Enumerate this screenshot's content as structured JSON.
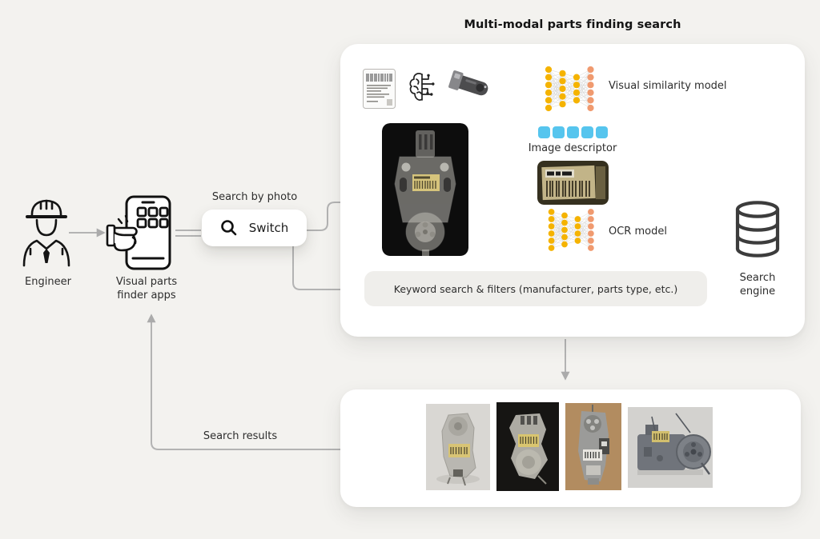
{
  "title": "Multi-modal parts finding search",
  "actors": {
    "engineer": "Engineer",
    "apps_line1": "Visual parts",
    "apps_line2": "finder apps"
  },
  "search_box": {
    "caption": "Search by photo",
    "button": "Switch"
  },
  "panel": {
    "visual_similarity": "Visual similarity model",
    "image_descriptor": "Image descriptor",
    "ocr_model": "OCR model",
    "keyword_bar": "Keyword search & filters (manufacturer, parts type, etc.)",
    "search_engine_line1": "Search",
    "search_engine_line2": "engine"
  },
  "results": {
    "caption": "Search results"
  },
  "colors": {
    "descriptor_blue": "#56C5EE",
    "nn_yellow": "#F5B301",
    "nn_orange": "#F09A6F",
    "connector_gray": "#B3B3B3",
    "arrowhead_gray": "#ABABAB",
    "keyword_bar_bg": "#EFEEEB",
    "panel_bg": "#FFFFFF",
    "canvas_bg": "#F3F2EF"
  },
  "icons": {
    "engineer": "engineer-person-icon",
    "phone": "phone-tap-icon",
    "magnifier": "search-icon",
    "brain": "ai-brain-icon",
    "neural_network": "neural-network-icon",
    "database": "database-icon"
  }
}
